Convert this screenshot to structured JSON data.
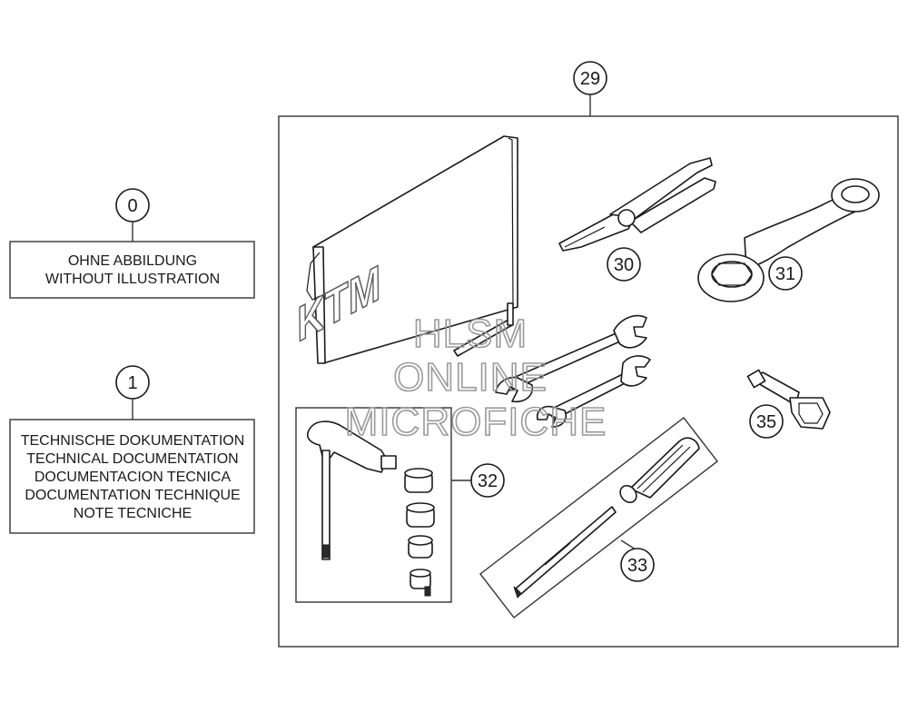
{
  "callouts": {
    "c29": "29",
    "c0": "0",
    "c1": "1",
    "c30": "30",
    "c31": "31",
    "c32": "32",
    "c33": "33",
    "c35": "35"
  },
  "notes": {
    "no_illustration": [
      "OHNE ABBILDUNG",
      "WITHOUT ILLUSTRATION"
    ],
    "technical_documentation": [
      "TECHNISCHE DOKUMENTATION",
      "TECHNICAL DOCUMENTATION",
      "DOCUMENTACION TECNICA",
      "DOCUMENTATION TECHNIQUE",
      "NOTE TECNICHE"
    ]
  },
  "logo_text": "KTM",
  "watermark": [
    "HLSM",
    "ONLINE",
    "MICROFICHE"
  ]
}
